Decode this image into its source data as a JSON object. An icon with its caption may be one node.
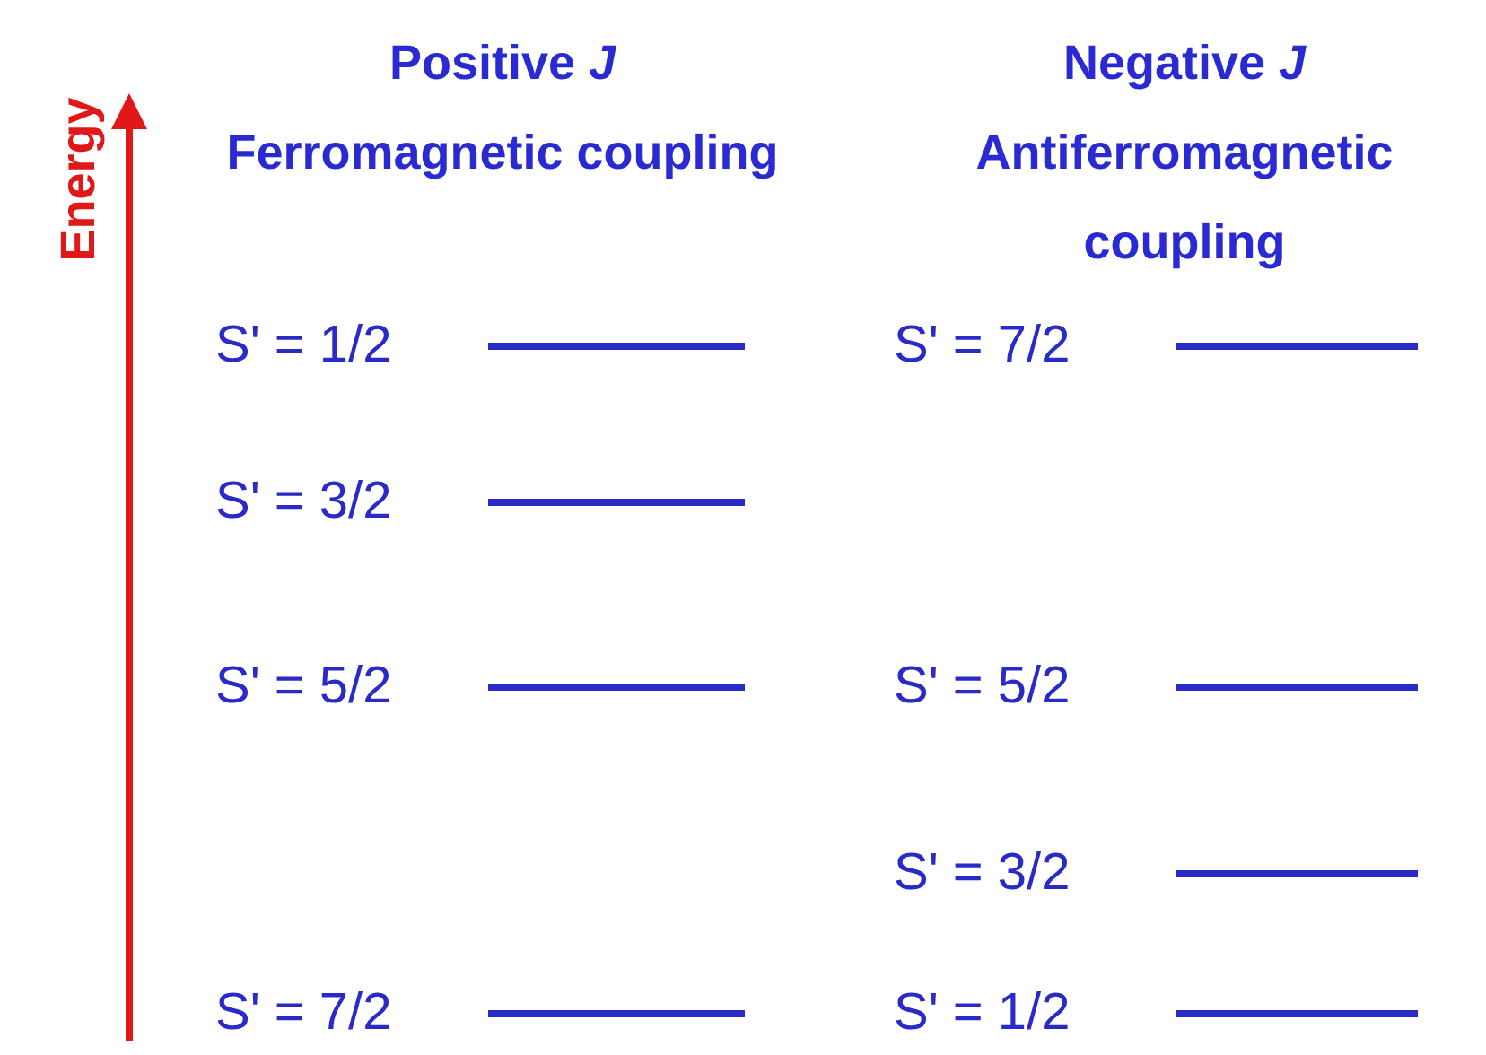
{
  "diagram": {
    "labels": [
      "Positive *J*",
      "Ferromagnetic coupling",
      "S' = 1/2",
      "S' = 3/2",
      "S' = 5/2",
      "S' = 7/2",
      "Negative *J*",
      "Antiferromagnetic coupling",
      "S' = 7/2",
      "S' = 5/2",
      "S' = 3/2",
      "S' = 1/2",
      "Energy"
    ]
  }
}
